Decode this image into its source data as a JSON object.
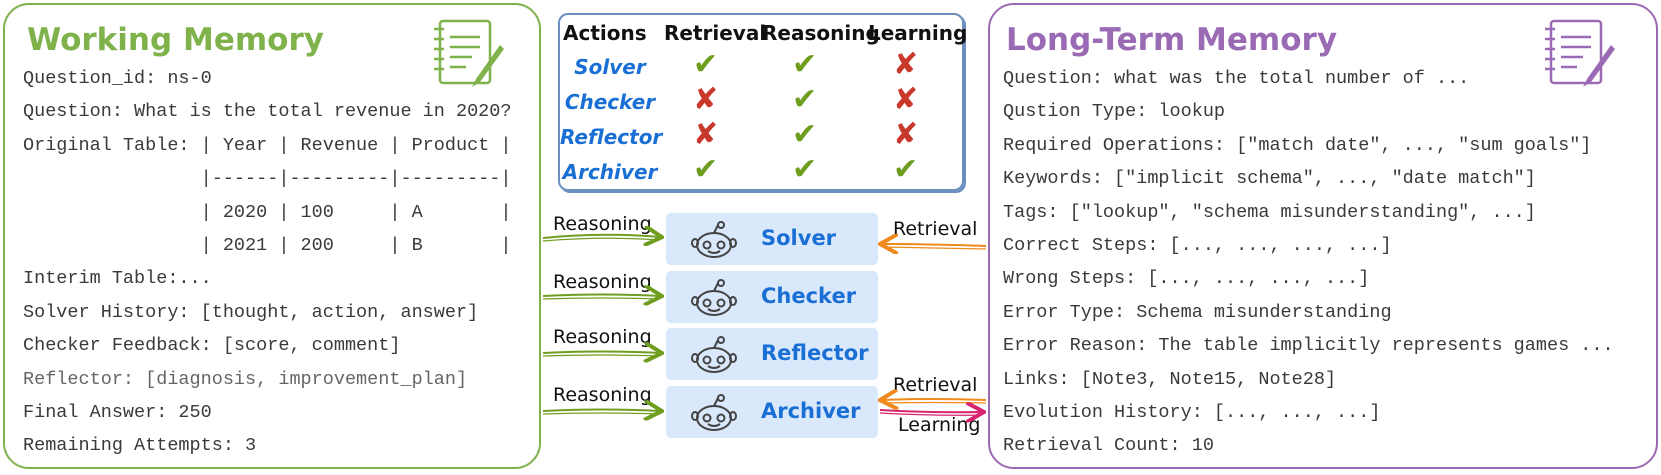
{
  "working_memory": {
    "title": "Working Memory",
    "lines": [
      "Question_id: ns-0",
      "Question: What is the total revenue in 2020?",
      "Original Table: | Year | Revenue | Product |",
      "                |------|---------|---------|",
      "                | 2020 | 100     | A       |",
      "                | 2021 | 200     | B       |",
      "Interim Table:...",
      "Solver History: [thought, action, answer]",
      "Checker Feedback: [score, comment]",
      "Reflector: [diagnosis, improvement_plan]",
      "Final Answer: 250",
      "Remaining Attempts: 3"
    ],
    "icon": "notepad-pen-icon",
    "color": "#7fb24b"
  },
  "long_term_memory": {
    "title": "Long-Term Memory",
    "lines": [
      "Question: what was the total number of ...",
      "Qustion Type: lookup",
      "Required Operations: [\"match date\", ..., \"sum goals\"]",
      "Keywords: [\"implicit schema\", ..., \"date match\"]",
      "Tags: [\"lookup\", \"schema misunderstanding\", ...]",
      "Correct Steps: [..., ..., ..., ...]",
      "Wrong Steps: [..., ..., ..., ...]",
      "Error Type: Schema misunderstanding",
      "Error Reason: The table implicitly represents games ...",
      "Links: [Note3, Note15, Note28]",
      "Evolution History: [..., ..., ...]",
      "Retrieval Count: 10"
    ],
    "icon": "notepad-pen-icon",
    "color": "#9a6bb4"
  },
  "actions_table": {
    "headers": [
      "Actions",
      "Retrieval",
      "Reasoning",
      "Learning"
    ],
    "rows": [
      {
        "agent": "Solver",
        "retrieval": true,
        "reasoning": true,
        "learning": false
      },
      {
        "agent": "Checker",
        "retrieval": false,
        "reasoning": true,
        "learning": false
      },
      {
        "agent": "Reflector",
        "retrieval": false,
        "reasoning": true,
        "learning": false
      },
      {
        "agent": "Archiver",
        "retrieval": true,
        "reasoning": true,
        "learning": true
      }
    ],
    "check_color": "#6f9e1f",
    "cross_color": "#c8392b"
  },
  "agents": [
    {
      "name": "Solver",
      "icon": "robot-icon",
      "left_label": "Reasoning",
      "right_labels": [
        "Retrieval"
      ]
    },
    {
      "name": "Checker",
      "icon": "robot-icon",
      "left_label": "Reasoning",
      "right_labels": []
    },
    {
      "name": "Reflector",
      "icon": "robot-icon",
      "left_label": "Reasoning",
      "right_labels": []
    },
    {
      "name": "Archiver",
      "icon": "robot-icon",
      "left_label": "Reasoning",
      "right_labels": [
        "Retrieval",
        "Learning"
      ]
    }
  ],
  "colors": {
    "reasoning_arrow": "#6f9e1f",
    "retrieval_arrow": "#f08a1c",
    "learning_arrow": "#d6246e",
    "agent_box": "#dae8fc",
    "agent_text": "#1a6fd4"
  }
}
